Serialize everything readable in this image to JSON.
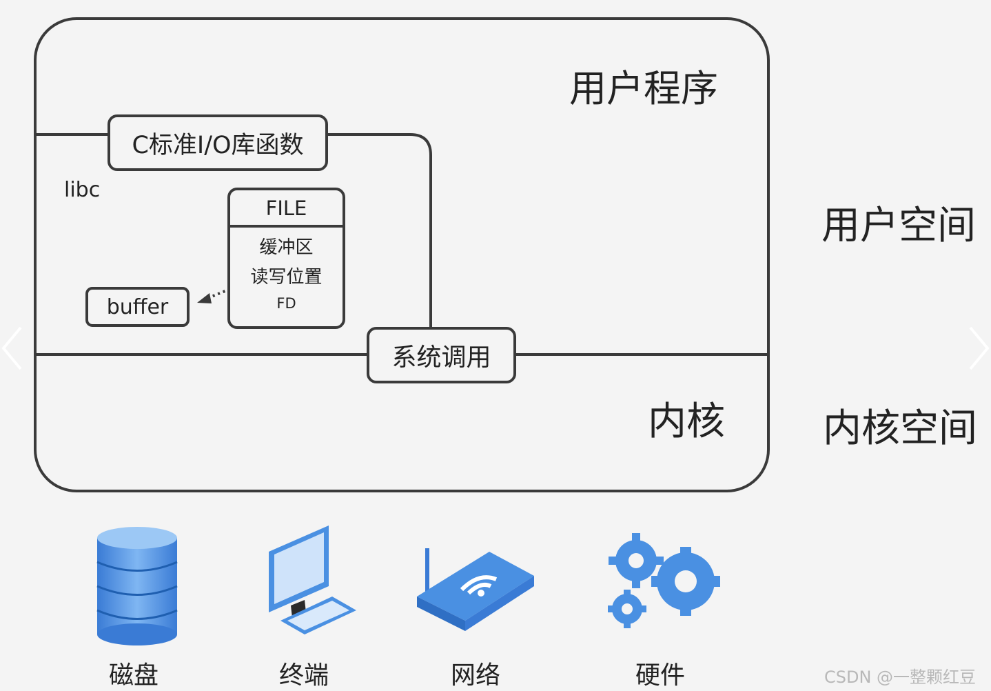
{
  "labels": {
    "user_program": "用户程序",
    "user_space": "用户空间",
    "kernel": "内核",
    "kernel_space": "内核空间",
    "libc": "libc",
    "c_stdio": "C标准I/O库函数",
    "syscall": "系统调用",
    "buffer": "buffer"
  },
  "file_struct": {
    "title": "FILE",
    "fields": [
      "缓冲区",
      "读写位置",
      "FD"
    ]
  },
  "devices": [
    {
      "name": "disk-icon",
      "label": "磁盘"
    },
    {
      "name": "terminal-icon",
      "label": "终端"
    },
    {
      "name": "network-router-icon",
      "label": "网络"
    },
    {
      "name": "gears-icon",
      "label": "硬件"
    }
  ],
  "watermark": "CSDN @一整颗红豆",
  "colors": {
    "stroke": "#3a3a3a",
    "icon_blue": "#4a90e2",
    "background": "#f4f4f4"
  }
}
